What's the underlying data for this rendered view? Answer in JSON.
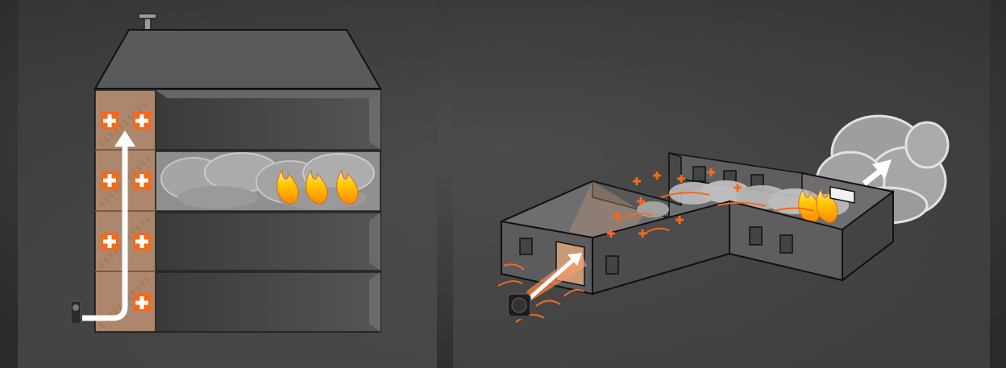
{
  "colors": {
    "background": "#2a2a2a",
    "panel": "#4a4a4a",
    "wall": "#5a5a5c",
    "stairwell": "#c89a78",
    "pressure": "#f26a1b",
    "smoke": "#b8b8b8",
    "flame": "#ffb400",
    "arrow": "#ffffff"
  },
  "icons": {
    "fan": "blower-fan-icon",
    "plus": "positive-pressure-plus-icon",
    "fire": "flame-icon",
    "arrow": "airflow-arrow-icon"
  },
  "left_panel": {
    "floors": 4,
    "fire_floor": 2,
    "plus_marks_per_floor": [
      2,
      2,
      2,
      1
    ],
    "flames": 3
  },
  "right_panel": {
    "flames": 2,
    "exhaust": "smoke-vent"
  }
}
